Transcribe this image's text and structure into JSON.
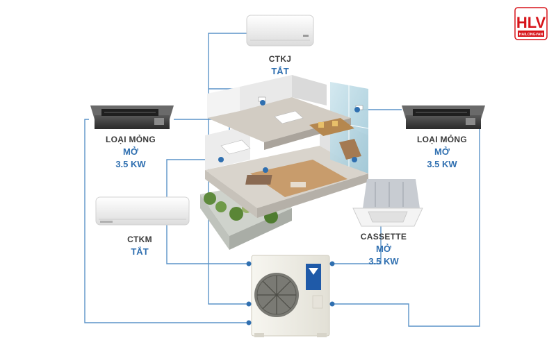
{
  "units": [
    {
      "id": "ctkj",
      "name": "CTKJ",
      "state": "TẮT",
      "power": ""
    },
    {
      "id": "duct_left",
      "name": "LOẠI MỎNG",
      "state": "MỞ",
      "power": "3.5 KW"
    },
    {
      "id": "duct_right",
      "name": "LOẠI MỎNG",
      "state": "MỞ",
      "power": "3.5 KW"
    },
    {
      "id": "ctkm",
      "name": "CTKM",
      "state": "TẮT",
      "power": ""
    },
    {
      "id": "cassette",
      "name": "CASSETTE",
      "state": "MỞ",
      "power": "3.5 KW"
    }
  ],
  "logo": {
    "letters": "HLV",
    "tagline": "HAILONGVAN",
    "color": "#d7141a"
  },
  "colors": {
    "line": "#5b93c8",
    "dot": "#2f6fb0",
    "text_on": "#2f6fb0",
    "text_off": "#2f6fb0",
    "unit_body": "#f2f2f2",
    "duct_body": "#3c3c3c",
    "condenser": "#f1efe6",
    "brand": "#1f5aa8"
  },
  "icons": [
    "wall-unit-icon",
    "ducted-unit-icon",
    "cassette-unit-icon",
    "outdoor-condenser-icon",
    "house-cutaway-icon"
  ]
}
